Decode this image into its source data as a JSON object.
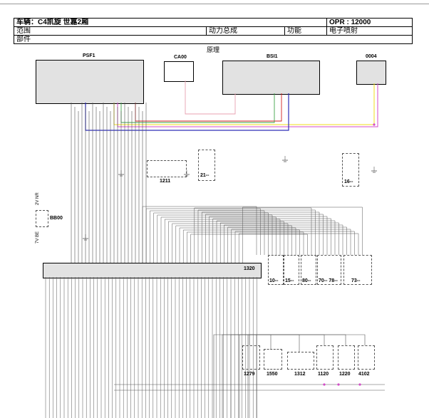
{
  "header": {
    "vehicle_label": "车辆：",
    "vehicle_value": "C4凯旋 世嘉2厢",
    "opr_label": "OPR : ",
    "opr_value": "12000",
    "scope_label": "范围",
    "system_value": "动力总成",
    "function_label": "功能",
    "function_value": "电子喷射",
    "part_label": "部件",
    "section_title": "原理"
  },
  "components": {
    "psf1": "PSF1",
    "ca00": "CA00",
    "bsi1": "BSI1",
    "c0004": "0004",
    "c1211": "1211",
    "c21": "21--",
    "c16": "16--",
    "bb00": "BB00",
    "c1320": "1320",
    "c10": "10--",
    "c15": "15--",
    "c80": "80--",
    "c7078": "70-- 78--",
    "c73": "73--",
    "c1279": "1279",
    "c1550": "1550",
    "c1312": "1312",
    "c1120": "1120",
    "c1220": "1220",
    "c4102": "4102",
    "bb00_side_a": "2V NR",
    "bb00_side_b": "7V BE"
  },
  "colors": {
    "line": "#555555",
    "red": "#d22020",
    "yellow": "#f1dd1c",
    "blue": "#2d2db8",
    "magenta": "#d34bc8",
    "green": "#3fa34a",
    "pink": "#e8a0b0",
    "block_fill": "#e2e2e2"
  }
}
